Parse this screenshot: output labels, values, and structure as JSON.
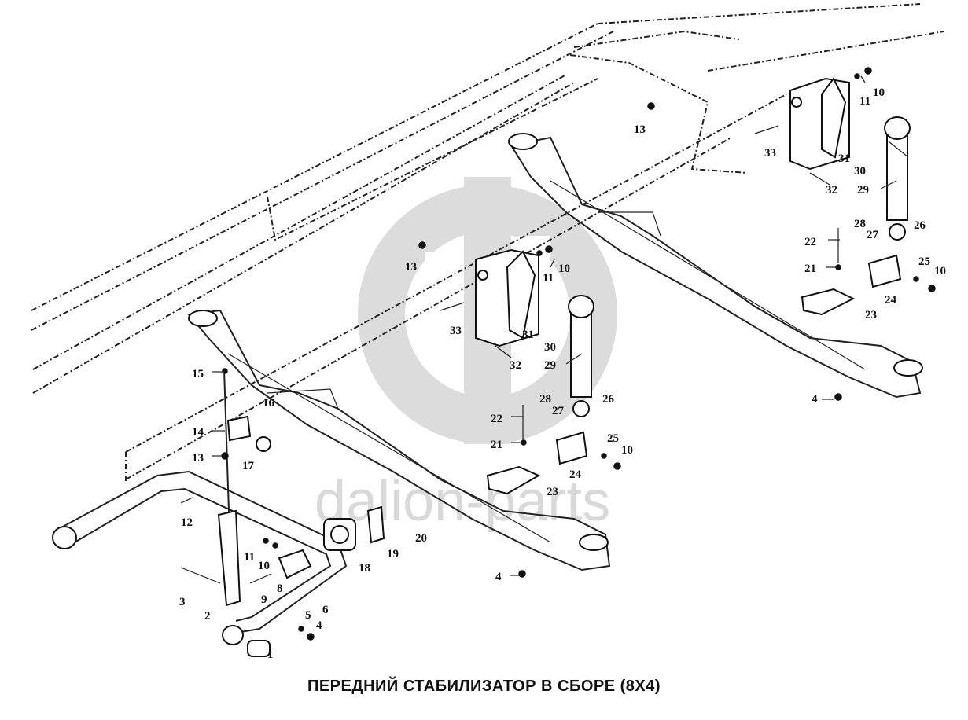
{
  "caption": "ПЕРЕДНИЙ СТАБИЛИЗАТОР В СБОРЕ (8X4)",
  "watermark": "dalion-parts",
  "callouts": [
    {
      "label": "1"
    },
    {
      "label": "2"
    },
    {
      "label": "3"
    },
    {
      "label": "4"
    },
    {
      "label": "4"
    },
    {
      "label": "4"
    },
    {
      "label": "5"
    },
    {
      "label": "6"
    },
    {
      "label": "8"
    },
    {
      "label": "9"
    },
    {
      "label": "10"
    },
    {
      "label": "10"
    },
    {
      "label": "10"
    },
    {
      "label": "10"
    },
    {
      "label": "10"
    },
    {
      "label": "11"
    },
    {
      "label": "11"
    },
    {
      "label": "11"
    },
    {
      "label": "12"
    },
    {
      "label": "13"
    },
    {
      "label": "13"
    },
    {
      "label": "13"
    },
    {
      "label": "14"
    },
    {
      "label": "15"
    },
    {
      "label": "16"
    },
    {
      "label": "17"
    },
    {
      "label": "18"
    },
    {
      "label": "19"
    },
    {
      "label": "20"
    },
    {
      "label": "21"
    },
    {
      "label": "21"
    },
    {
      "label": "22"
    },
    {
      "label": "22"
    },
    {
      "label": "23"
    },
    {
      "label": "23"
    },
    {
      "label": "24"
    },
    {
      "label": "24"
    },
    {
      "label": "25"
    },
    {
      "label": "25"
    },
    {
      "label": "26"
    },
    {
      "label": "26"
    },
    {
      "label": "27"
    },
    {
      "label": "27"
    },
    {
      "label": "28"
    },
    {
      "label": "28"
    },
    {
      "label": "29"
    },
    {
      "label": "29"
    },
    {
      "label": "30"
    },
    {
      "label": "30"
    },
    {
      "label": "31"
    },
    {
      "label": "31"
    },
    {
      "label": "32"
    },
    {
      "label": "32"
    },
    {
      "label": "33"
    },
    {
      "label": "33"
    }
  ]
}
